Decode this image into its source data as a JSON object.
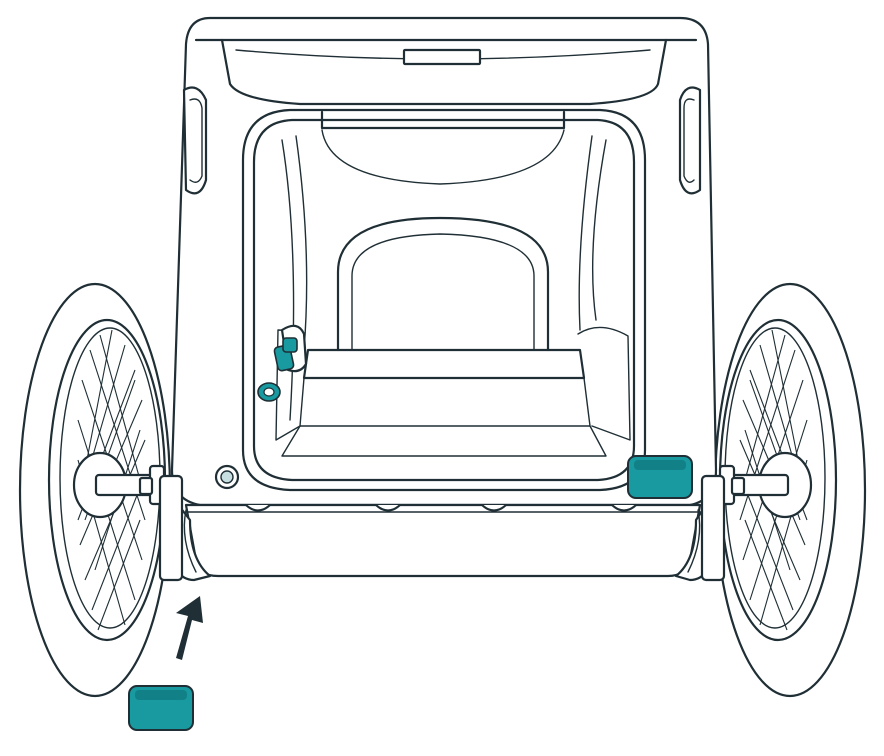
{
  "colors": {
    "outline": "#1f2f35",
    "accent": "#189aa0",
    "accent_dark": "#0d6e73",
    "fill": "#ffffff"
  },
  "parts": {
    "trailer_body": "trailer-body",
    "left_wheel": "left-wheel",
    "right_wheel": "right-wheel",
    "reflector_installed": "reflector-right-installed",
    "reflector_loose": "reflector-left-loose",
    "bolt": "bolt-highlighted",
    "washer": "washer-highlighted",
    "arrow": "install-arrow-icon"
  }
}
